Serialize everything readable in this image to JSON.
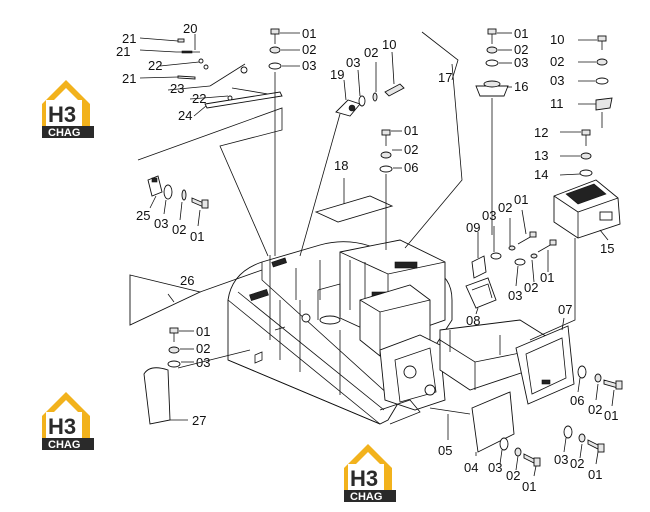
{
  "logo": {
    "mark": "H3",
    "text": "CHAG",
    "accent": "#f2b21c",
    "dark": "#2a2a2a"
  },
  "labels": [
    {
      "text": "20"
    },
    {
      "text": "21"
    },
    {
      "text": "21"
    },
    {
      "text": "22"
    },
    {
      "text": "21"
    },
    {
      "text": "23"
    },
    {
      "text": "22"
    },
    {
      "text": "24"
    },
    {
      "text": "01"
    },
    {
      "text": "02"
    },
    {
      "text": "03"
    },
    {
      "text": "19"
    },
    {
      "text": "03"
    },
    {
      "text": "02"
    },
    {
      "text": "10"
    },
    {
      "text": "17"
    },
    {
      "text": "01"
    },
    {
      "text": "02"
    },
    {
      "text": "03"
    },
    {
      "text": "16"
    },
    {
      "text": "10"
    },
    {
      "text": "02"
    },
    {
      "text": "03"
    },
    {
      "text": "11"
    },
    {
      "text": "01"
    },
    {
      "text": "02"
    },
    {
      "text": "06"
    },
    {
      "text": "18"
    },
    {
      "text": "12"
    },
    {
      "text": "13"
    },
    {
      "text": "14"
    },
    {
      "text": "15"
    },
    {
      "text": "25"
    },
    {
      "text": "03"
    },
    {
      "text": "02"
    },
    {
      "text": "01"
    },
    {
      "text": "09"
    },
    {
      "text": "03"
    },
    {
      "text": "02"
    },
    {
      "text": "01"
    },
    {
      "text": "03"
    },
    {
      "text": "02"
    },
    {
      "text": "01"
    },
    {
      "text": "08"
    },
    {
      "text": "26"
    },
    {
      "text": "01"
    },
    {
      "text": "02"
    },
    {
      "text": "03"
    },
    {
      "text": "07"
    },
    {
      "text": "27"
    },
    {
      "text": "06"
    },
    {
      "text": "02"
    },
    {
      "text": "01"
    },
    {
      "text": "05"
    },
    {
      "text": "04"
    },
    {
      "text": "03"
    },
    {
      "text": "02"
    },
    {
      "text": "01"
    },
    {
      "text": "03"
    },
    {
      "text": "02"
    },
    {
      "text": "01"
    }
  ]
}
